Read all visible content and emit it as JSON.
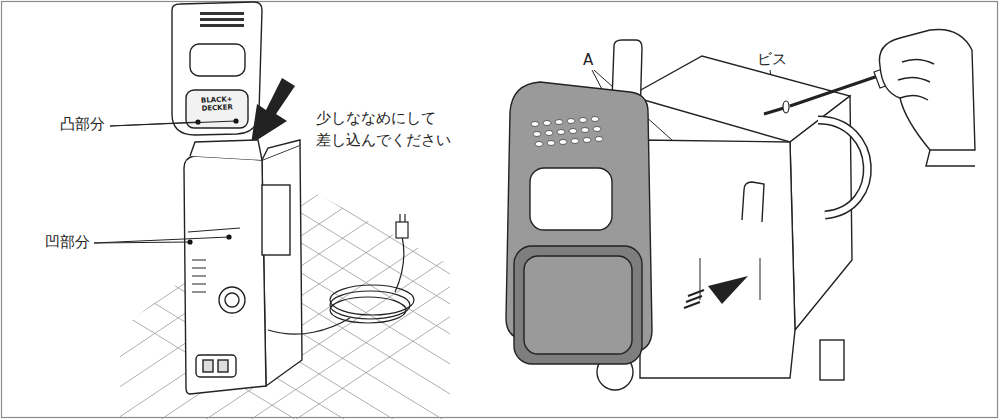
{
  "diagram": {
    "labels": [
      "BLACK+ DECKER",
      "凸部分",
      "少しななめにして 差し込んでください",
      "凹部分",
      "A",
      "ビス"
    ]
  }
}
